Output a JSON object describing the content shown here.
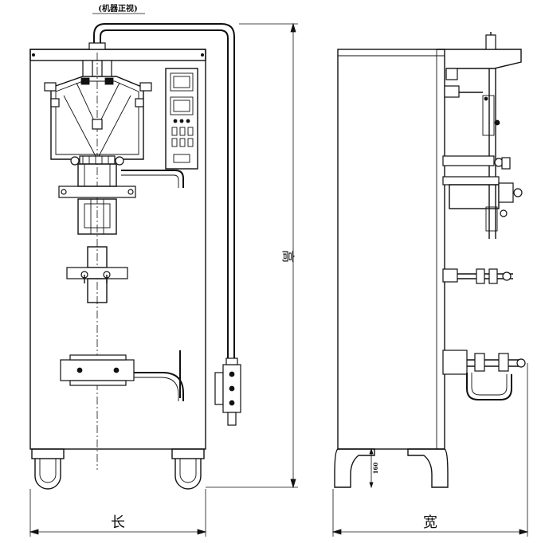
{
  "title": "(机器正视)",
  "labels": {
    "length": "长",
    "height": "高",
    "width": "宽",
    "leg_dim": "160"
  },
  "colors": {
    "line": "#111111",
    "background": "#ffffff"
  }
}
